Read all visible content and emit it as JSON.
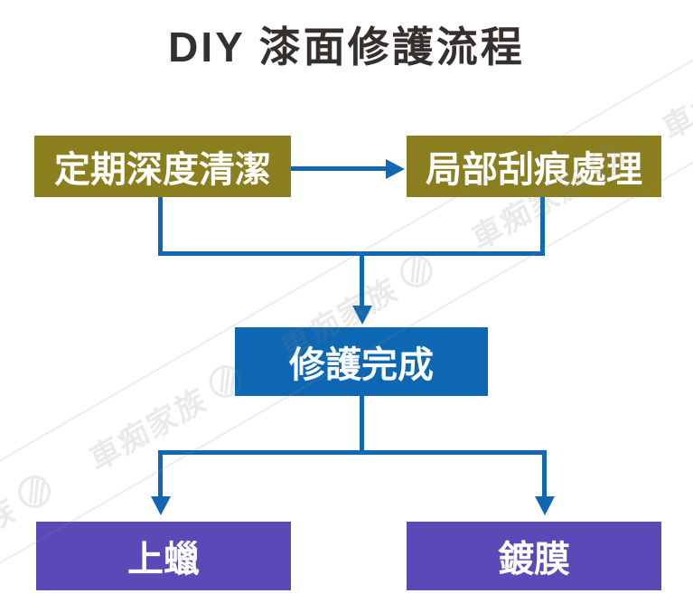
{
  "title": "DIY 漆面修護流程",
  "colors": {
    "stage_box": "#8a7e1e",
    "done_box": "#0e67b2",
    "final_box": "#5a49b6",
    "connector": "#1168b2",
    "title_text": "#35302e",
    "box_text": "#ffffff",
    "watermark": "#8f94a0"
  },
  "flowchart": {
    "nodes": [
      {
        "id": "clean",
        "label": "定期深度清潔",
        "color": "#8a7e1e"
      },
      {
        "id": "scratch",
        "label": "局部刮痕處理",
        "color": "#8a7e1e"
      },
      {
        "id": "done",
        "label": "修護完成",
        "color": "#0e67b2"
      },
      {
        "id": "wax",
        "label": "上蠟",
        "color": "#5a49b6"
      },
      {
        "id": "coating",
        "label": "鍍膜",
        "color": "#5a49b6"
      }
    ],
    "edges": [
      {
        "from": "定期深度清潔",
        "to": "局部刮痕處理"
      },
      {
        "from": "定期深度清潔",
        "to": "修護完成"
      },
      {
        "from": "局部刮痕處理",
        "to": "修護完成"
      },
      {
        "from": "修護完成",
        "to": "上蠟"
      },
      {
        "from": "修護完成",
        "to": "鍍膜"
      }
    ]
  },
  "watermark": {
    "text": "車痴家族",
    "logo": "striped-globe-icon"
  }
}
